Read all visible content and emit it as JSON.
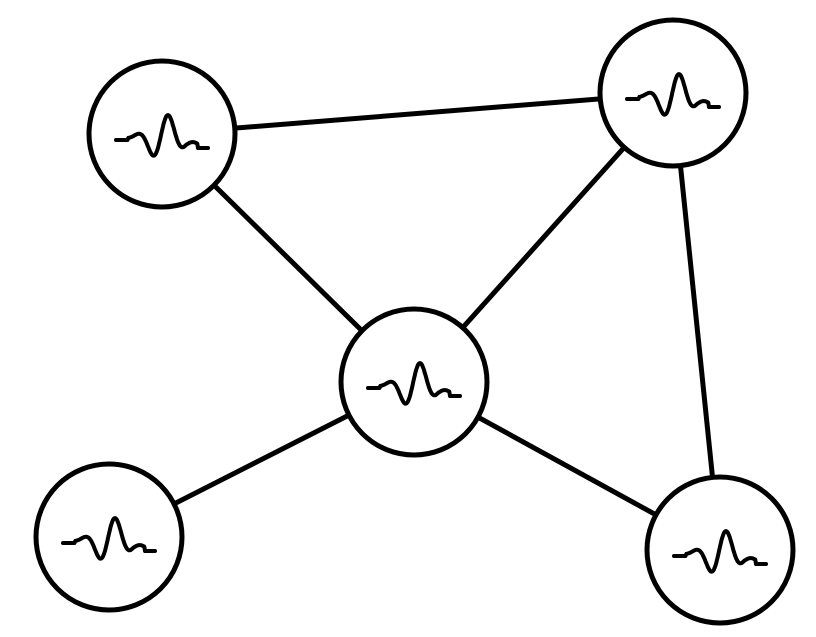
{
  "diagram": {
    "type": "network-graph",
    "node_icon": "waveform-icon",
    "colors": {
      "background": "#ffffff",
      "stroke": "#000000"
    },
    "nodes": [
      {
        "id": "top-left"
      },
      {
        "id": "top-right"
      },
      {
        "id": "center"
      },
      {
        "id": "bottom-left"
      },
      {
        "id": "bottom-right"
      }
    ],
    "edges": [
      {
        "from": "top-left",
        "to": "top-right"
      },
      {
        "from": "top-left",
        "to": "center"
      },
      {
        "from": "top-right",
        "to": "center"
      },
      {
        "from": "top-right",
        "to": "bottom-right"
      },
      {
        "from": "center",
        "to": "bottom-left"
      },
      {
        "from": "center",
        "to": "bottom-right"
      }
    ]
  }
}
